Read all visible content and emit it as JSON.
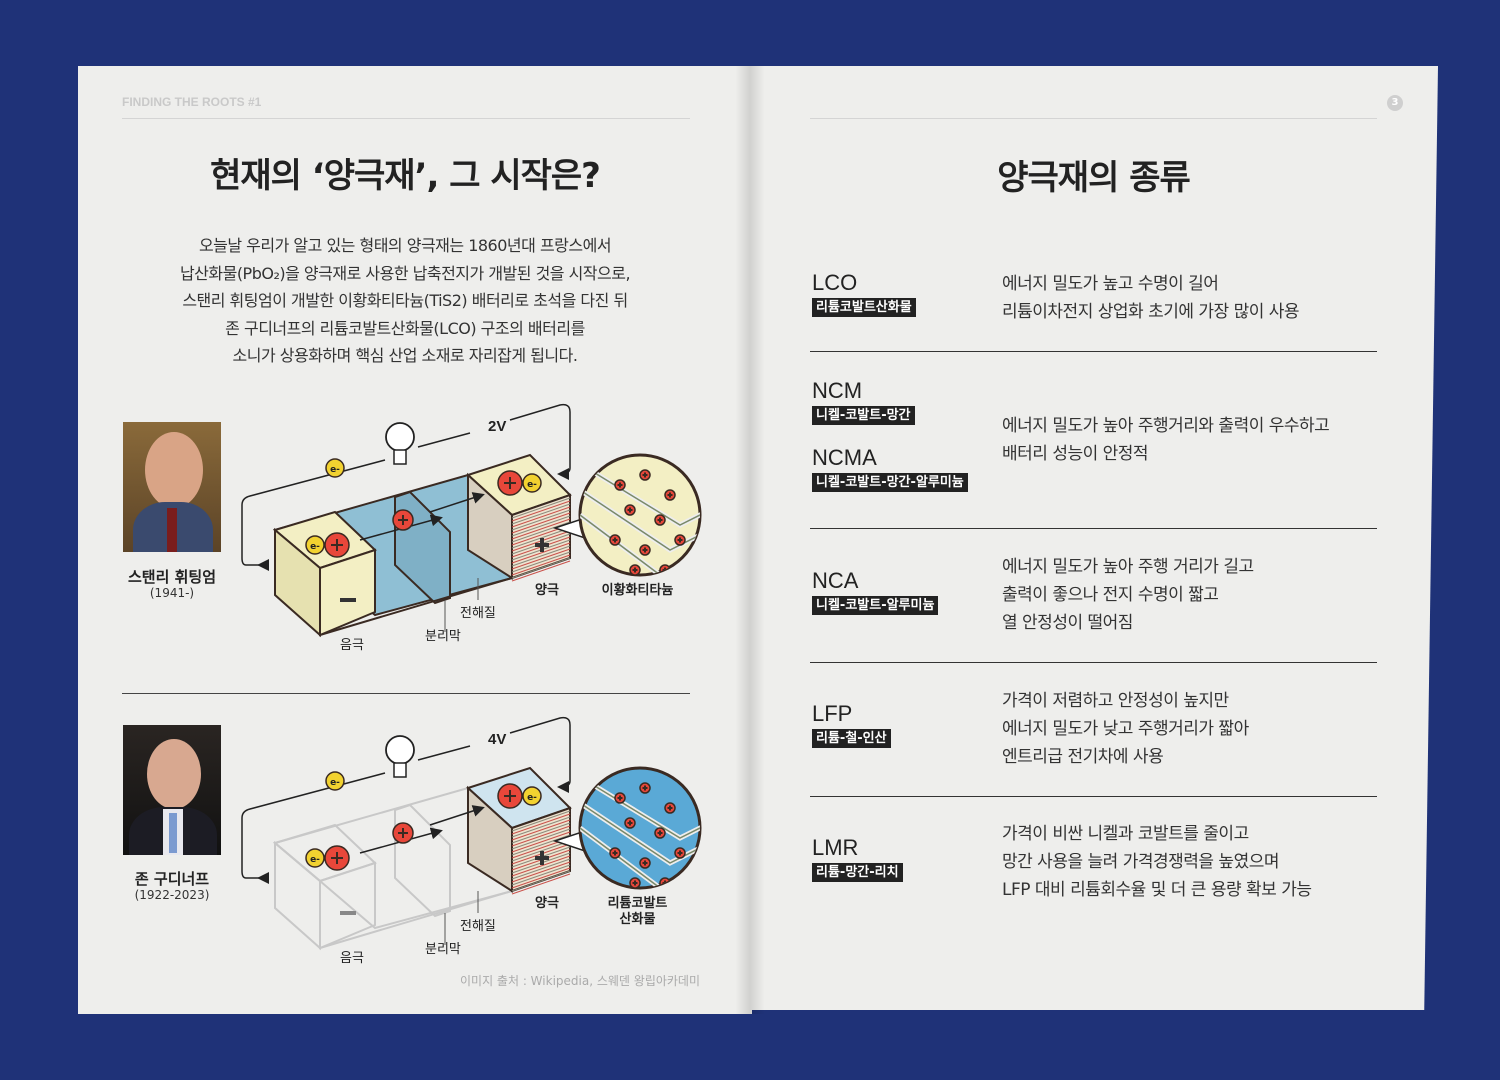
{
  "header": {
    "series": "FINDING THE ROOTS #1",
    "page_number": "3"
  },
  "left": {
    "title": "현재의 ‘양극재’, 그 시작은?",
    "body": [
      "오늘날 우리가 알고 있는 형태의 양극재는 1860년대 프랑스에서",
      "납산화물(PbO₂)을 양극재로 사용한 납축전지가 개발된 것을 시작으로,",
      "스탠리 휘팅엄이 개발한 이황화티타늄(TiS2) 배터리로 초석을 다진 뒤",
      "존 구디너프의 리튬코발트산화물(LCO) 구조의 배터리를",
      "소니가 상용화하며 핵심 산업 소재로 자리잡게 됩니다."
    ],
    "people": [
      {
        "name": "스탠리 휘팅엄",
        "years": "(1941-)",
        "voltage": "2V",
        "cathode_material": "이황화티타늄"
      },
      {
        "name": "존 구디너프",
        "years": "(1922-2023)",
        "voltage": "4V",
        "cathode_material": "리튬코발트\n산화물"
      }
    ],
    "diagram_labels": {
      "anode": "음극",
      "separator": "분리막",
      "electrolyte": "전해질",
      "cathode": "양극",
      "electron": "e-"
    },
    "credit": "이미지 출처 : Wikipedia, 스웨덴 왕립아카데미"
  },
  "right": {
    "title": "양극재의 종류",
    "types": [
      {
        "codes": [
          {
            "code": "LCO",
            "name": "리튬코발트산화물"
          }
        ],
        "desc": [
          "에너지 밀도가 높고 수명이 길어",
          "리튬이차전지 상업화 초기에 가장 많이 사용"
        ]
      },
      {
        "codes": [
          {
            "code": "NCM",
            "name": "니켈-코발트-망간"
          },
          {
            "code": "NCMA",
            "name": "니켈-코발트-망간-알루미늄"
          }
        ],
        "desc": [
          "에너지 밀도가 높아 주행거리와 출력이 우수하고",
          "배터리 성능이 안정적"
        ]
      },
      {
        "codes": [
          {
            "code": "NCA",
            "name": "니켈-코발트-알루미늄"
          }
        ],
        "desc": [
          "에너지 밀도가 높아 주행 거리가 길고",
          "출력이 좋으나 전지 수명이 짧고",
          "열 안정성이 떨어짐"
        ]
      },
      {
        "codes": [
          {
            "code": "LFP",
            "name": "리튬-철-인산"
          }
        ],
        "desc": [
          "가격이 저렴하고 안정성이 높지만",
          "에너지 밀도가 낮고 주행거리가 짧아",
          "엔트리급 전기차에 사용"
        ]
      },
      {
        "codes": [
          {
            "code": "LMR",
            "name": "리튬-망간-리치"
          }
        ],
        "desc": [
          "가격이 비싼 니켈과 코발트를 줄이고",
          "망간 사용을 늘려 가격경쟁력을 높였으며",
          "LFP 대비 리튬회수율 및 더 큰 용량 확보 가능"
        ]
      }
    ]
  },
  "colors": {
    "background": "#1f3278",
    "paper": "#eeeeec",
    "electrolyte": "#8fbfd4",
    "anode": "#f3efc4",
    "ion": "#e8473a",
    "electron": "#f2d230"
  }
}
